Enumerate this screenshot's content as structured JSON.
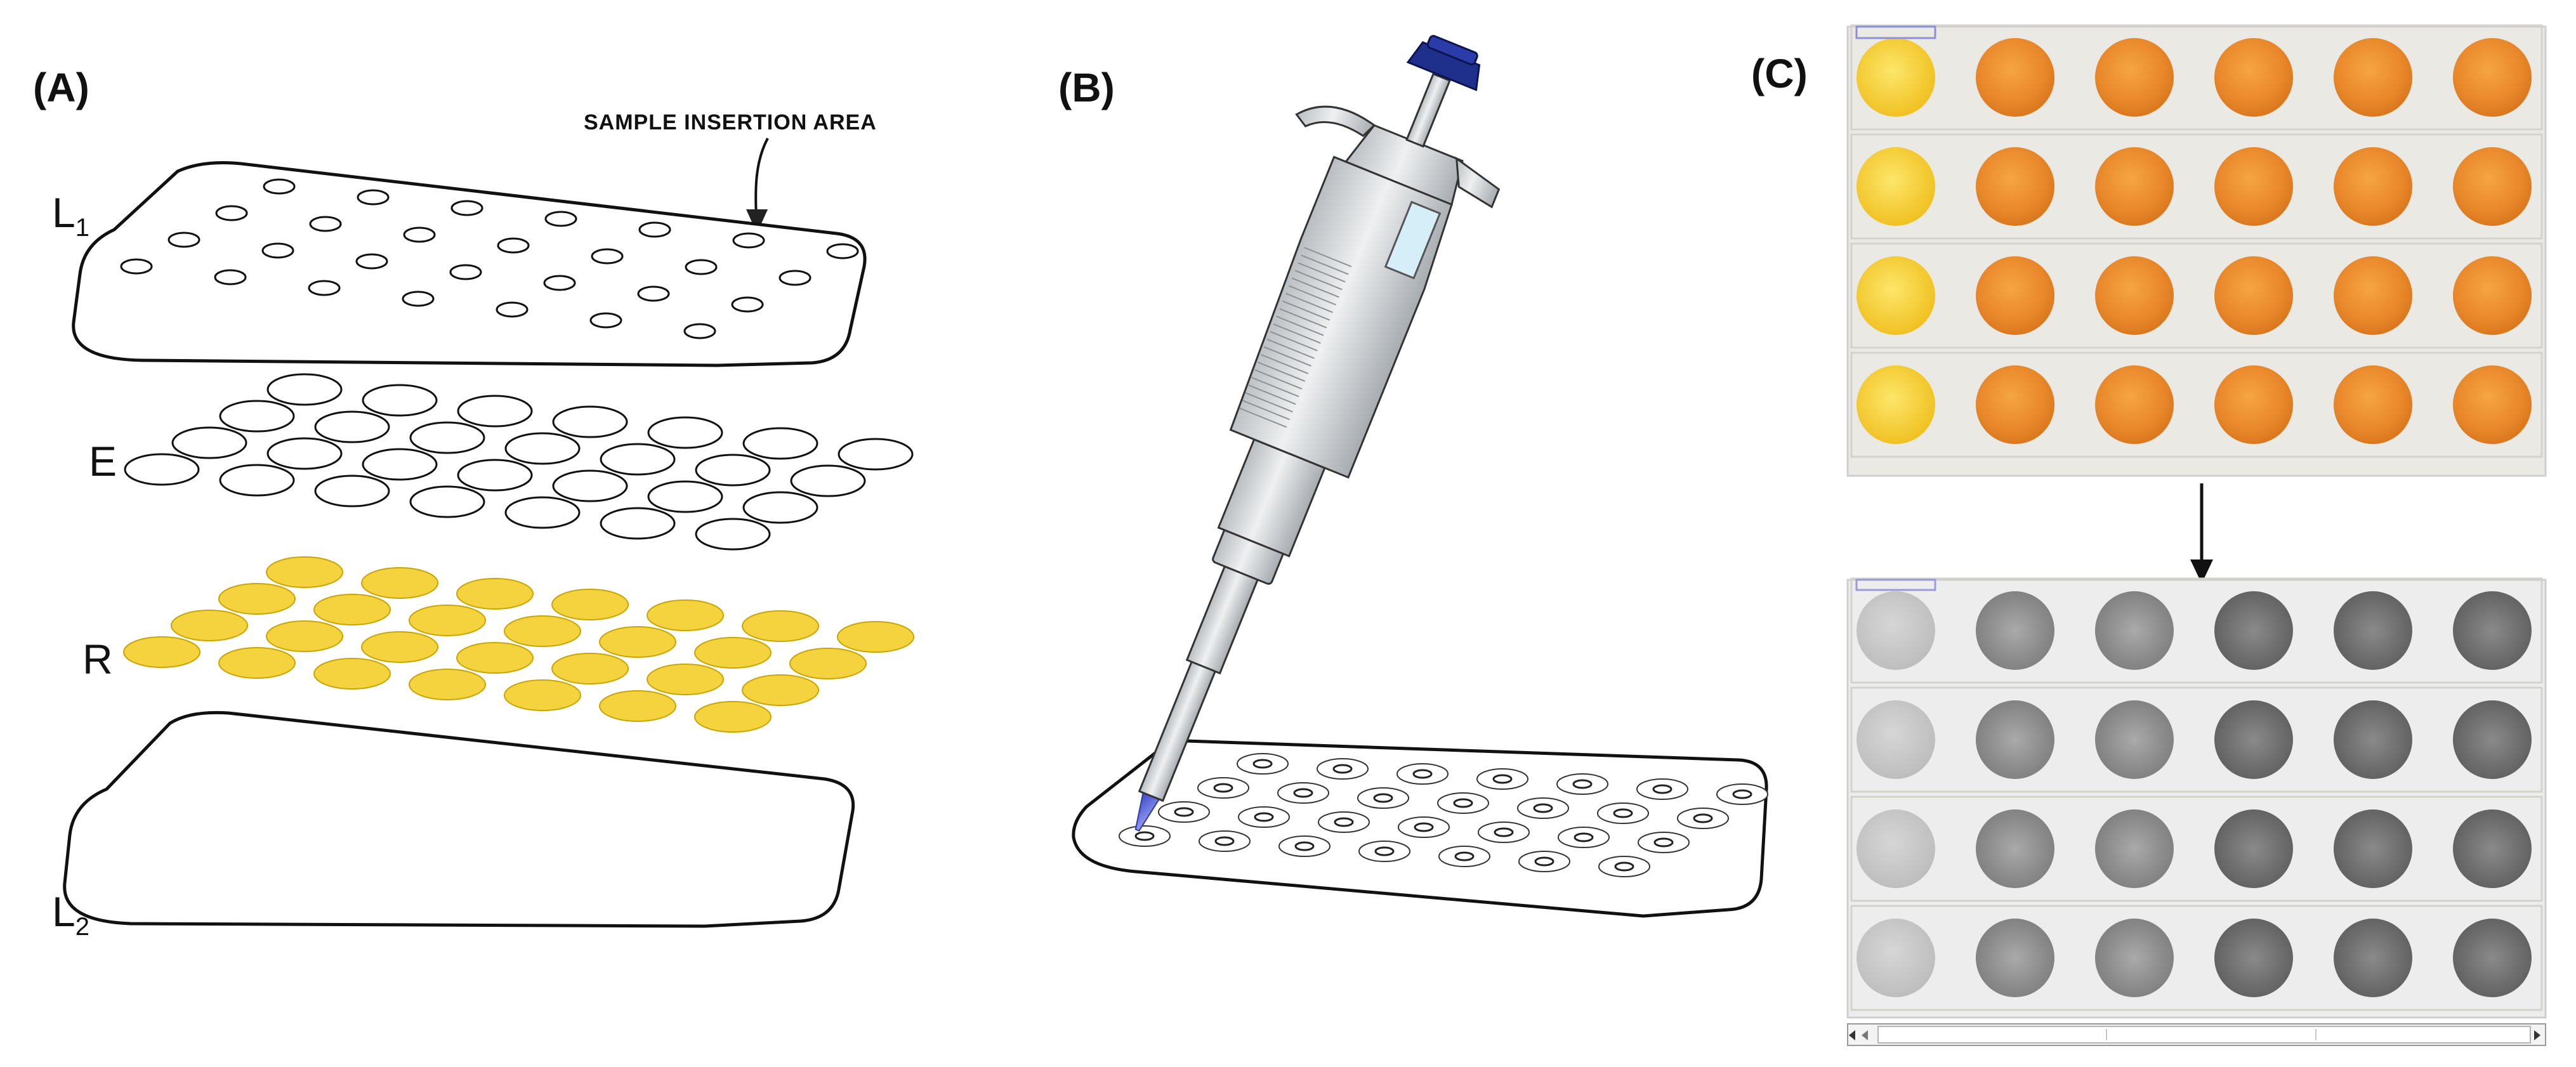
{
  "panels": {
    "a": {
      "label": "(A)",
      "callout": "SAMPLE INSERTION  AREA",
      "layers": [
        {
          "main": "L",
          "sub": "1"
        },
        {
          "main": "E",
          "sub": ""
        },
        {
          "main": "R",
          "sub": ""
        },
        {
          "main": "L",
          "sub": "2"
        }
      ]
    },
    "b": {
      "label": "(B)"
    },
    "c": {
      "label": "(C)"
    }
  },
  "colors": {
    "reagent_yellow": "#f5d33f",
    "reagent_stroke": "#c9a500",
    "pipette_body": "#d9dbdd",
    "pipette_dark": "#9ea3a8",
    "plunger_blue": "#1f2f8c",
    "tip_blue": "#6a73e0",
    "photo_bg": "#eceae6",
    "well_yellow": "#f3c62c",
    "well_orange": "#e98a24",
    "gray_light": "#c4c4c4",
    "gray_mid": "#9a9a9a",
    "gray_dark": "#707070"
  },
  "icons": {
    "arrow": "down-arrow-icon",
    "scroll_left": "scroll-left-icon",
    "scroll_right": "scroll-right-icon"
  }
}
